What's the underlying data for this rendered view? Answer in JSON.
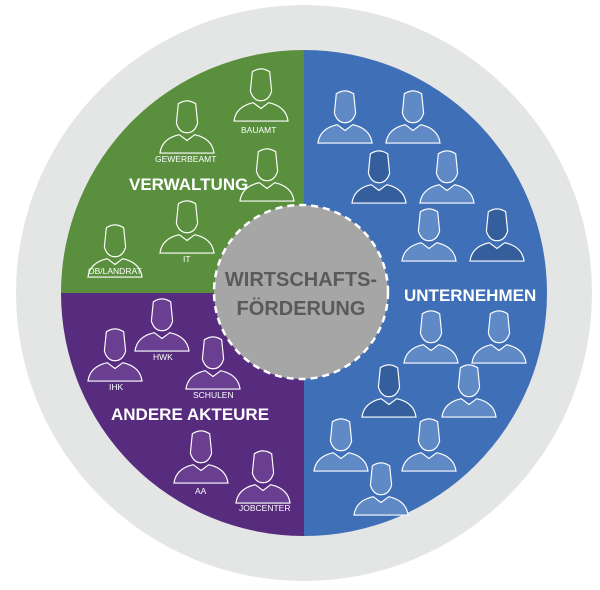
{
  "colors": {
    "outer_ring": "#e4e5e5",
    "verwaltung": "#5a8f3e",
    "unternehmen": "#3f6fb6",
    "andere": "#572b7d",
    "center": "#a6a6a6",
    "center_text": "#5a5a5a"
  },
  "center": {
    "line1": "WIRTSCHAFTS-",
    "line2": "FÖRDERUNG"
  },
  "sectors": {
    "verwaltung": {
      "title": "VERWALTUNG",
      "people": [
        "BAUAMT",
        "GEWERBEAMT",
        "IT",
        "OB/LANDRAT"
      ]
    },
    "unternehmen": {
      "title": "UNTERNEHMEN"
    },
    "andere": {
      "title": "ANDERE AKTEURE",
      "people": [
        "HWK",
        "IHK",
        "SCHULEN",
        "AA",
        "JOBCENTER"
      ]
    }
  }
}
